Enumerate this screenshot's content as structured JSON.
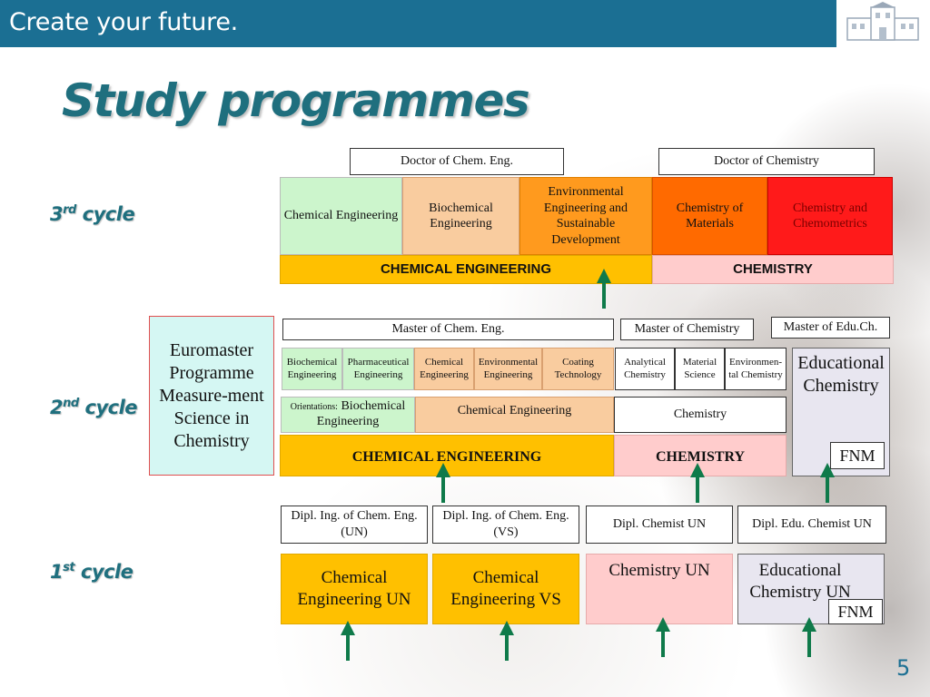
{
  "header": {
    "tagline": "Create your future.",
    "title": "Study programmes",
    "slide_number": "5"
  },
  "cycles": {
    "third": {
      "num": "3",
      "sup": "rd",
      "label": "cycle"
    },
    "second": {
      "num": "2",
      "sup": "nd",
      "label": "cycle"
    },
    "first": {
      "num": "1",
      "sup": "st",
      "label": "cycle"
    }
  },
  "doctorate": {
    "degree_chem_eng": "Doctor of Chem. Eng.",
    "degree_chem": "Doctor of Chemistry",
    "programs": [
      "Chemical Engineering",
      "Biochemical Engineering",
      "Environmental Engineering and Sustainable Development",
      "Chemistry of Materials",
      "Chemistry and Chemometrics"
    ],
    "group_chem_eng": "CHEMICAL ENGINEERING",
    "group_chem": "CHEMISTRY"
  },
  "master": {
    "euromaster": "Euromaster Programme Measure-ment Science in Chemistry",
    "degree_chem_eng": "Master of Chem. Eng.",
    "degree_chem": "Master of Chemistry",
    "degree_edu": "Master of Edu.Ch.",
    "programs": [
      "Biochemical Engineering",
      "Pharmaceutical Engineering",
      "Chemical Engineering",
      "Environmental Engineering",
      "Coating Technology",
      "Analytical Chemistry",
      "Material Science",
      "Environmen-tal Chemistry"
    ],
    "edu_program": "Educational Chemistry",
    "orientations_label": "Orientations:",
    "orientation_biochem": "Biochemical Engineering",
    "orientation_chem_eng": "Chemical Engineering",
    "orientation_chem": "Chemistry",
    "group_chem_eng": "CHEMICAL ENGINEERING",
    "group_chem": "CHEMISTRY",
    "fnm": "FNM"
  },
  "bachelor": {
    "degrees": [
      "Dipl. Ing. of Chem. Eng. (UN)",
      "Dipl. Ing. of Chem. Eng. (VS)",
      "Dipl. Chemist UN",
      "Dipl. Edu. Chemist UN"
    ],
    "programs": [
      "Chemical Engineering UN",
      "Chemical Engineering VS",
      "Chemistry UN",
      "Educational Chemistry UN"
    ],
    "fnm": "FNM"
  },
  "colors": {
    "header_bar": "#1b6f93",
    "title": "#1f6f7e",
    "arrow": "#0f7a4a"
  }
}
